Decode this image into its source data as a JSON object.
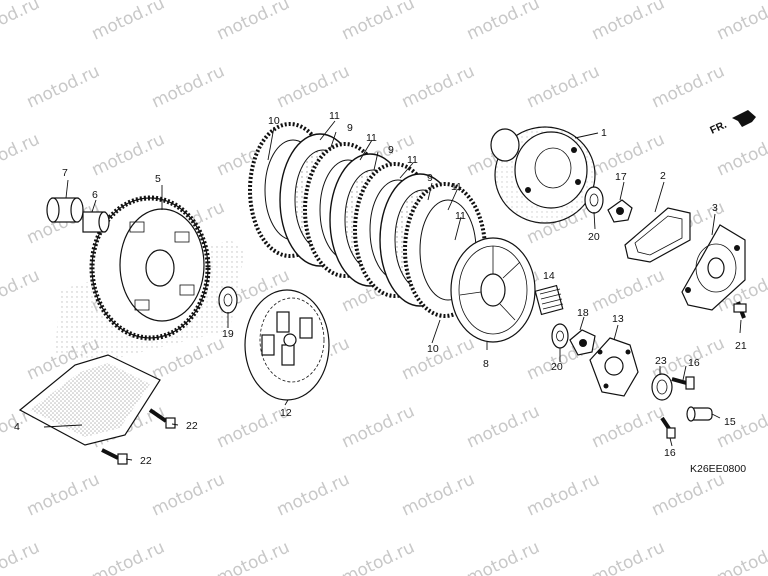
{
  "watermark": {
    "text": "motod.ru"
  },
  "direction_label": "FR.",
  "diagram_code": "K26EE0800",
  "callouts": {
    "p1": "1",
    "p2": "2",
    "p3": "3",
    "p4": "4",
    "p5": "5",
    "p6": "6",
    "p7": "7",
    "p8": "8",
    "p9a": "9",
    "p9b": "9",
    "p9c": "9",
    "p10a": "10",
    "p10b": "10",
    "p11a": "11",
    "p11b": "11",
    "p11c": "11",
    "p11d": "11",
    "p11e": "11",
    "p12": "12",
    "p13": "13",
    "p14": "14",
    "p15": "15",
    "p16a": "16",
    "p16b": "16",
    "p17": "17",
    "p18": "18",
    "p19": "19",
    "p20a": "20",
    "p20b": "20",
    "p21": "21",
    "p22a": "22",
    "p22b": "22",
    "p23": "23"
  },
  "colors": {
    "line": "#111111",
    "watermark": "#c8c8c8",
    "background": "#ffffff"
  }
}
